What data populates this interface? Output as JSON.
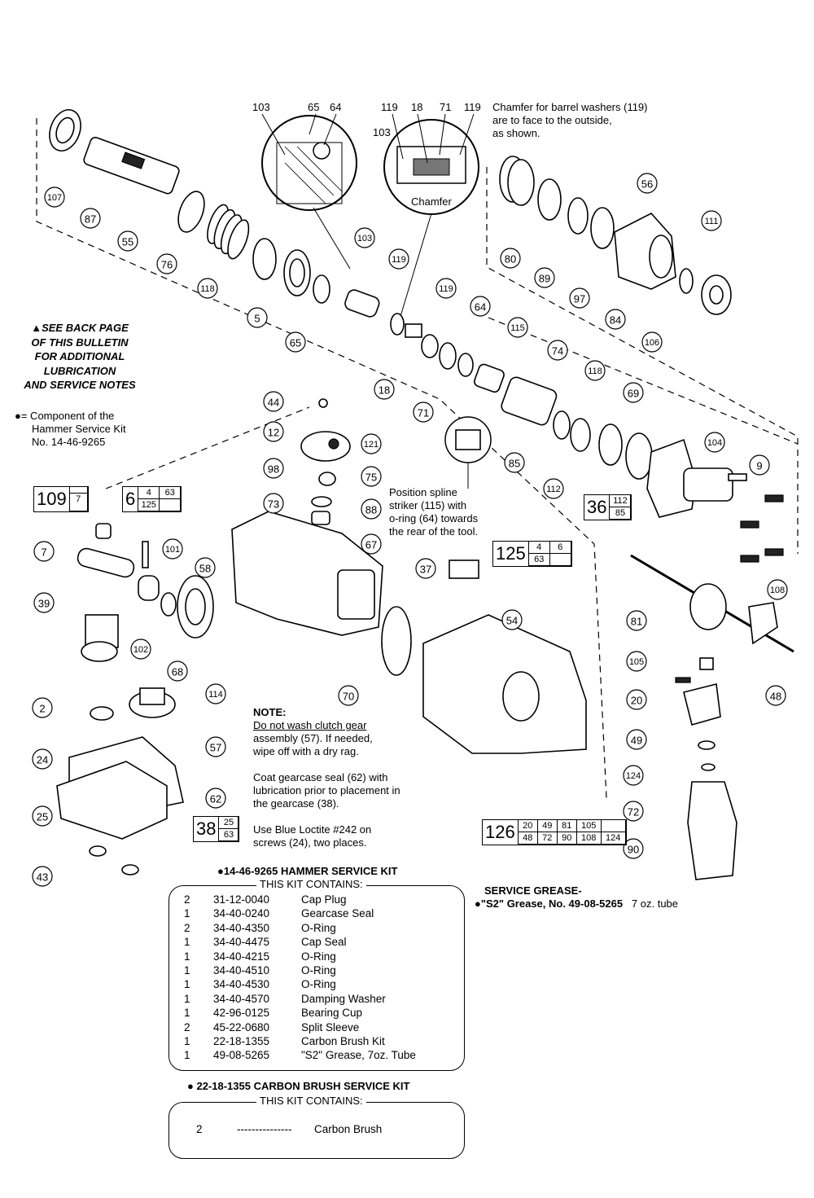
{
  "detail_top": {
    "labels_left": [
      "103",
      "65",
      "64"
    ],
    "labels_right": [
      "119",
      "18",
      "71",
      "119"
    ],
    "label_103_right": "103",
    "chamfer_label": "Chamfer",
    "chamfer_note": [
      "Chamfer for barrel washers (119)",
      "are to face to the outside,",
      "as shown."
    ]
  },
  "back_page_note": [
    "▲SEE BACK PAGE",
    "OF THIS BULLETIN",
    "FOR ADDITIONAL",
    "LUBRICATION",
    "AND SERVICE NOTES"
  ],
  "component_note": [
    "●= Component of the",
    "Hammer Service Kit",
    "No. 14-46-9265"
  ],
  "spline_note": [
    "Position spline",
    "striker (115) with",
    "o-ring (64) towards",
    "the rear of the tool."
  ],
  "note": {
    "heading": "NOTE:",
    "lines1": [
      "Do not wash clutch gear",
      "assembly (57). If needed,",
      "wipe off with a dry rag."
    ],
    "lines2": [
      "Coat gearcase seal (62) with",
      "lubrication prior to placement in",
      "the gearcase (38)."
    ],
    "lines3": [
      "Use Blue Loctite #242 on",
      "screws (24), two places."
    ]
  },
  "callouts": [
    "107",
    "87",
    "55",
    "76",
    "118",
    "5",
    "65",
    "103",
    "119",
    "18",
    "71",
    "119",
    "64",
    "115",
    "74",
    "85",
    "112",
    "118",
    "69",
    "80",
    "89",
    "97",
    "56",
    "84",
    "106",
    "111",
    "44",
    "12",
    "121",
    "98",
    "75",
    "73",
    "88",
    "67",
    "104",
    "9",
    "109",
    "7",
    "6",
    "101",
    "7",
    "39",
    "102",
    "68",
    "58",
    "37",
    "54",
    "70",
    "2",
    "114",
    "24",
    "57",
    "62",
    "25",
    "43",
    "108",
    "81",
    "105",
    "20",
    "48",
    "49",
    "124",
    "72",
    "90"
  ],
  "ref_boxes": {
    "box_109": {
      "main": "109",
      "sub": [
        "",
        "7"
      ]
    },
    "box_6": {
      "main": "6",
      "sub": [
        "4",
        "63",
        "125",
        ""
      ]
    },
    "box_36": {
      "main": "36",
      "sub": [
        "112",
        "85"
      ]
    },
    "box_125": {
      "main": "125",
      "sub": [
        "4",
        "6",
        "63",
        ""
      ]
    },
    "box_38": {
      "main": "38",
      "sub": [
        "25",
        "63"
      ]
    },
    "box_126": {
      "main": "126",
      "sub": [
        "20",
        "49",
        "81",
        "105",
        "",
        "48",
        "72",
        "90",
        "108",
        "124"
      ]
    }
  },
  "hammer_kit": {
    "title": "●14-46-9265 HAMMER SERVICE KIT",
    "legend": "THIS KIT CONTAINS:",
    "rows": [
      {
        "qty": "2",
        "part": "31-12-0040",
        "desc": "Cap Plug"
      },
      {
        "qty": "1",
        "part": "34-40-0240",
        "desc": "Gearcase Seal"
      },
      {
        "qty": "2",
        "part": "34-40-4350",
        "desc": "O-Ring"
      },
      {
        "qty": "1",
        "part": "34-40-4475",
        "desc": "Cap Seal"
      },
      {
        "qty": "1",
        "part": "34-40-4215",
        "desc": "O-Ring"
      },
      {
        "qty": "1",
        "part": "34-40-4510",
        "desc": "O-Ring"
      },
      {
        "qty": "1",
        "part": "34-40-4530",
        "desc": "O-Ring"
      },
      {
        "qty": "1",
        "part": "34-40-4570",
        "desc": "Damping Washer"
      },
      {
        "qty": "1",
        "part": "42-96-0125",
        "desc": "Bearing Cup"
      },
      {
        "qty": "2",
        "part": "45-22-0680",
        "desc": "Split Sleeve"
      },
      {
        "qty": "1",
        "part": "22-18-1355",
        "desc": "Carbon Brush Kit"
      },
      {
        "qty": "1",
        "part": "49-08-5265",
        "desc": "\"S2\" Grease, 7oz. Tube"
      }
    ]
  },
  "service_grease": {
    "title": "SERVICE GREASE-",
    "line": "●\"S2\" Grease, No. 49-08-5265",
    "size": "7 oz. tube"
  },
  "brush_kit": {
    "title": "● 22-18-1355 CARBON BRUSH SERVICE KIT",
    "legend": "THIS KIT CONTAINS:",
    "qty": "2",
    "dashes": "---------------",
    "desc": "Carbon Brush"
  }
}
